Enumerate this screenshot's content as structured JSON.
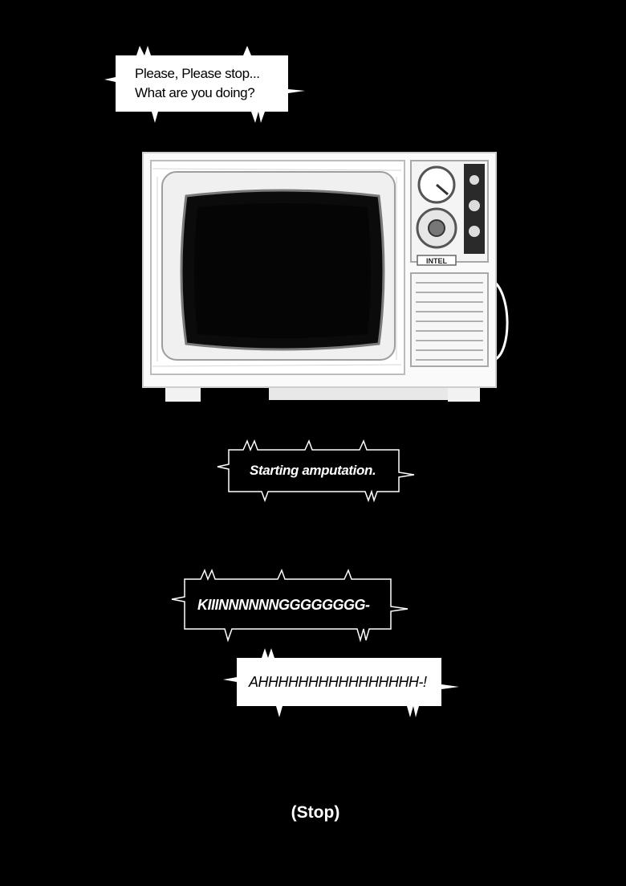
{
  "bubbles": {
    "speech_top": {
      "text": "Please, Please stop...\nWhat are you doing?"
    },
    "machine_1": {
      "text": "Starting amputation."
    },
    "machine_sound": {
      "text": "KIIINNNNNNGGGGGGGG-"
    },
    "scream": {
      "text": "AHHHHHHHHHHHHHHHH-!"
    }
  },
  "caption": {
    "text": "(Stop)"
  },
  "tv": {
    "brand": "INTEL"
  },
  "colors": {
    "background": "#000000",
    "panel_white": "#ffffff",
    "ink": "#000000"
  }
}
